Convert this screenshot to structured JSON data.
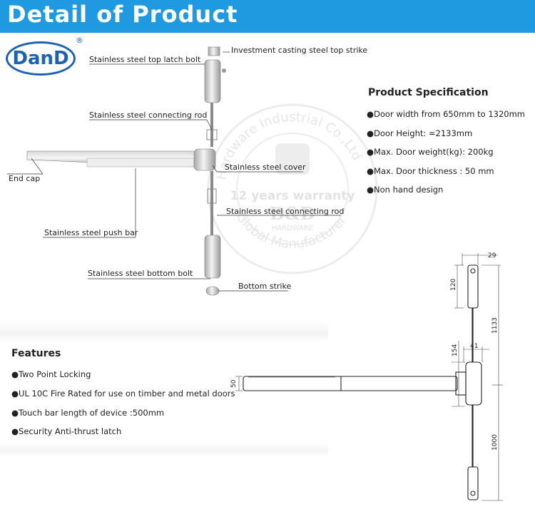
{
  "header": {
    "title": "Detail of Product"
  },
  "logo": {
    "text": "DanD",
    "reg": "®"
  },
  "labels": {
    "top_latch_bolt": "Stainless steel top latch bolt",
    "top_strike": "Investment casting steel top strike",
    "connecting_rod_top": "Stainless steel connecting rod",
    "end_cap": "End cap",
    "cover": "Stainless steel cover",
    "connecting_rod_bottom": "Stainless steel connecting rod",
    "push_bar": "Stainless steel push bar",
    "bottom_bolt": "Stainless steel bottom bolt",
    "bottom_strike": "Bottom strike"
  },
  "watermark": {
    "arc_top": "Hardware Industrial Co.,Ltd",
    "warranty": "12 years warranty",
    "brand": "D&D",
    "sub": "HARDWARE",
    "arc_bottom": "Global Manufacturer"
  },
  "specification": {
    "title": "Product Specification",
    "items": [
      "●Door width from 650mm to 1320mm",
      "●Door Height: =2133mm",
      "●Max. Door weight(kg): 200kg",
      "●Max. Door thickness : 50 mm",
      "●Non hand design"
    ]
  },
  "features": {
    "title": "Features",
    "items": [
      "●Two Point Locking",
      "●UL 10C Fire Rated for use on timber and metal doors",
      "●Touch bar length of device :500mm",
      "●Security Anti-thrust latch"
    ]
  },
  "dimensions": {
    "d29": "29",
    "d120": "120",
    "d1133": "1133",
    "d41": "41",
    "d154": "154",
    "d50": "50",
    "d1000": "1000"
  },
  "colors": {
    "banner": "#1f9ae0",
    "logo": "#1b62b6"
  }
}
